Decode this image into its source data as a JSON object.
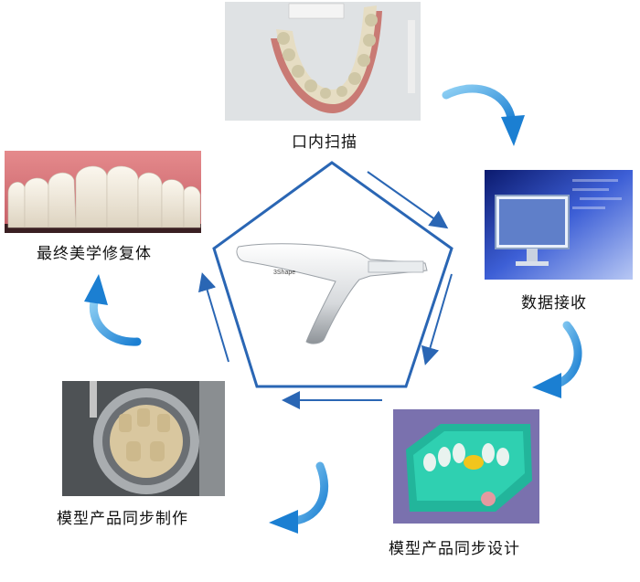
{
  "diagram": {
    "steps": [
      {
        "id": "intraoral-scan",
        "label": "口内扫描"
      },
      {
        "id": "data-receive",
        "label": "数据接收"
      },
      {
        "id": "model-design",
        "label": "模型产品同步设计"
      },
      {
        "id": "model-production",
        "label": "模型产品同步制作"
      },
      {
        "id": "final-restoration",
        "label": "最终美学修复体"
      }
    ],
    "scanner_brand": "3Shape",
    "colors": {
      "pentagon_stroke": "#2a66b4",
      "arrow_blue": "#1f86d6",
      "arrow_light": "#7ec3ef"
    }
  }
}
